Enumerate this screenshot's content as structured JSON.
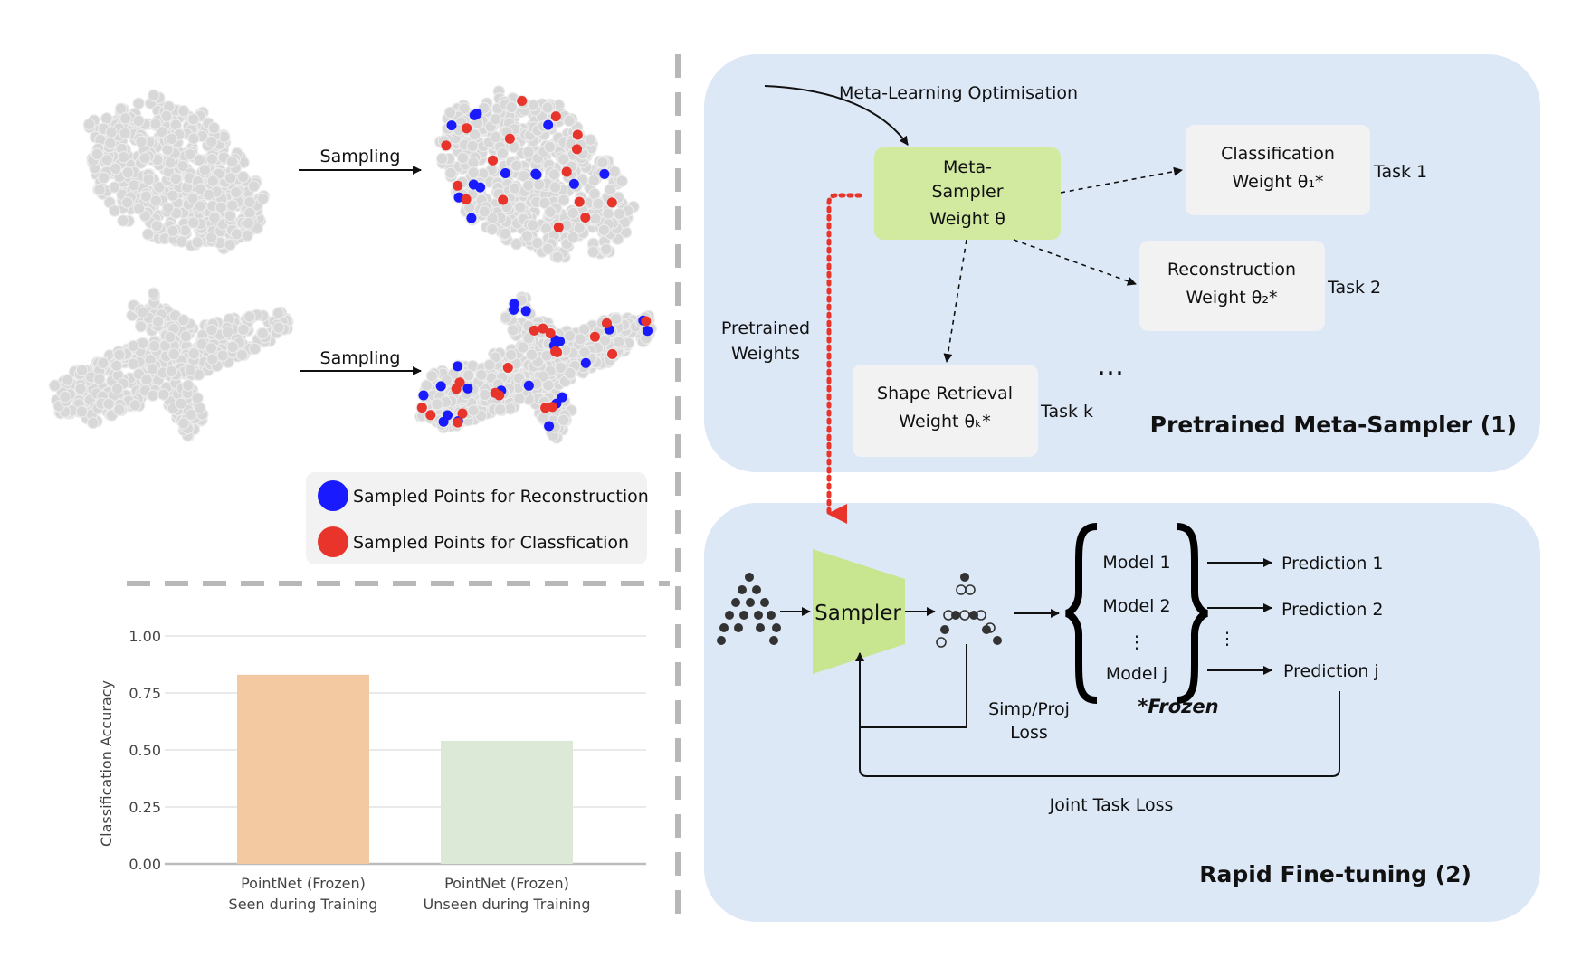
{
  "left_panel": {
    "arrow_label_1": "Sampling",
    "arrow_label_2": "Sampling",
    "legend": [
      {
        "label": "Sampled Points for Reconstruction",
        "color": "#1a1aff"
      },
      {
        "label": "Sampled Points for Classfication",
        "color": "#e8342a"
      }
    ]
  },
  "meta_panel": {
    "optimisation_label": "Meta-Learning Optimisation",
    "meta_box_lines": [
      "Meta-",
      "Sampler",
      "Weight θ"
    ],
    "cls_box_lines": [
      "Classification",
      "Weight  θ₁*"
    ],
    "rec_box_lines": [
      "Reconstruction",
      "Weight θ₂*"
    ],
    "ret_box_lines": [
      "Shape Retrieval",
      "Weight θₖ*"
    ],
    "task1": "Task 1",
    "task2": "Task 2",
    "taskk": "Task k",
    "ellipsis": "…",
    "pretrained_weights_lines": [
      "Pretrained",
      "Weights"
    ],
    "title": "Pretrained Meta-Sampler (1)"
  },
  "finetune_panel": {
    "sampler": "Sampler",
    "models": [
      "Model 1",
      "Model 2",
      "⋮",
      "Model j"
    ],
    "predictions": [
      "Prediction 1",
      "Prediction 2",
      "Prediction j"
    ],
    "vdots": "⋮",
    "frozen": "*Frozen",
    "simp_loss_lines": [
      "Simp/Proj",
      "Loss"
    ],
    "joint_loss": "Joint Task Loss",
    "title": "Rapid Fine-tuning (2)"
  },
  "colors": {
    "panel_bg": "#dde8f7",
    "meta_box": "#d2eaa0",
    "white_box": "#f2f2f2",
    "dashed_red": "#e8342a",
    "bar_seen": "#f2c9a0",
    "bar_unseen": "#dbe9d6",
    "divider": "#b8b8b8"
  },
  "chart_data": {
    "type": "bar",
    "categories": [
      "PointNet (Frozen)\nSeen during Training",
      "PointNet (Frozen)\nUnseen during Training"
    ],
    "category_lines": [
      [
        "PointNet (Frozen)",
        "Seen during Training"
      ],
      [
        "PointNet (Frozen)",
        "Unseen during Training"
      ]
    ],
    "values": [
      0.83,
      0.54
    ],
    "ylabel": "Classification Accuracy",
    "ylim": [
      0,
      1.0
    ],
    "yticks": [
      "0.00",
      "0.25",
      "0.50",
      "0.75",
      "1.00"
    ],
    "grid": true
  }
}
